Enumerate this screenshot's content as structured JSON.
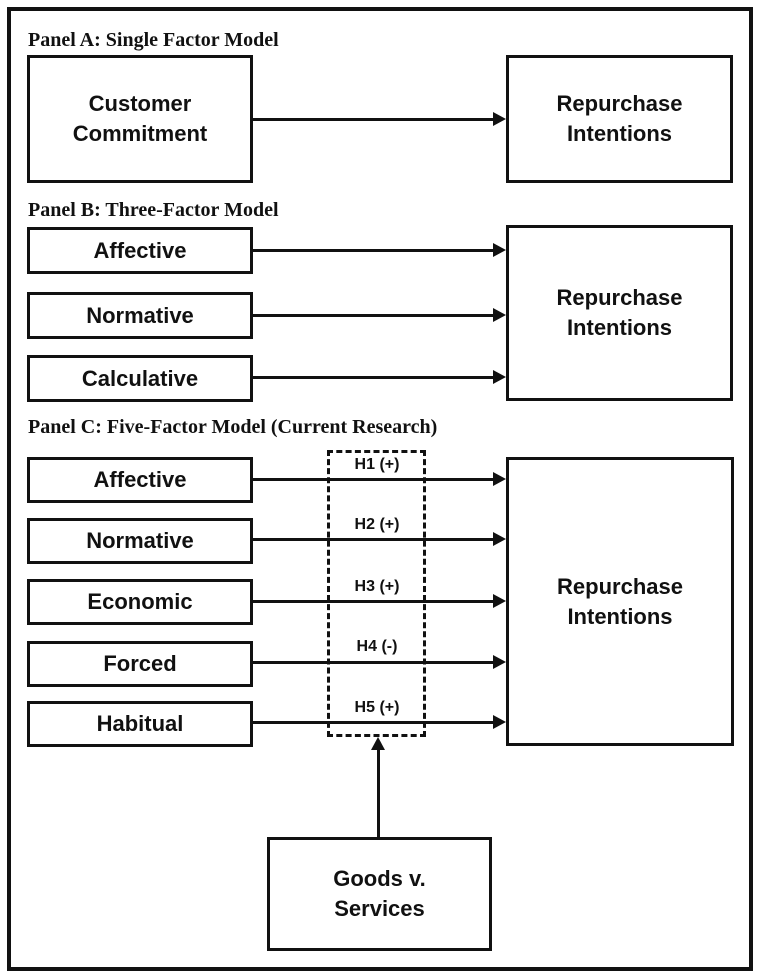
{
  "diagram": {
    "colors": {
      "ink": "#111111",
      "background": "#ffffff"
    },
    "panel_a": {
      "title": "Panel A: Single Factor Model",
      "factor": {
        "lines": [
          "Customer",
          "Commitment"
        ]
      },
      "outcome": {
        "lines": [
          "Repurchase",
          "Intentions"
        ]
      }
    },
    "panel_b": {
      "title": "Panel B: Three-Factor Model",
      "factors": [
        {
          "label": "Affective"
        },
        {
          "label": "Normative"
        },
        {
          "label": "Calculative"
        }
      ],
      "outcome": {
        "lines": [
          "Repurchase",
          "Intentions"
        ]
      }
    },
    "panel_c": {
      "title": "Panel C: Five-Factor Model (Current Research)",
      "factors": [
        {
          "label": "Affective",
          "hypothesis": "H1 (+)"
        },
        {
          "label": "Normative",
          "hypothesis": "H2 (+)"
        },
        {
          "label": "Economic",
          "hypothesis": "H3 (+)"
        },
        {
          "label": "Forced",
          "hypothesis": "H4 (-)"
        },
        {
          "label": "Habitual",
          "hypothesis": "H5 (+)"
        }
      ],
      "outcome": {
        "lines": [
          "Repurchase",
          "Intentions"
        ]
      },
      "moderator": {
        "lines": [
          "Goods v.",
          "Services"
        ]
      }
    }
  }
}
